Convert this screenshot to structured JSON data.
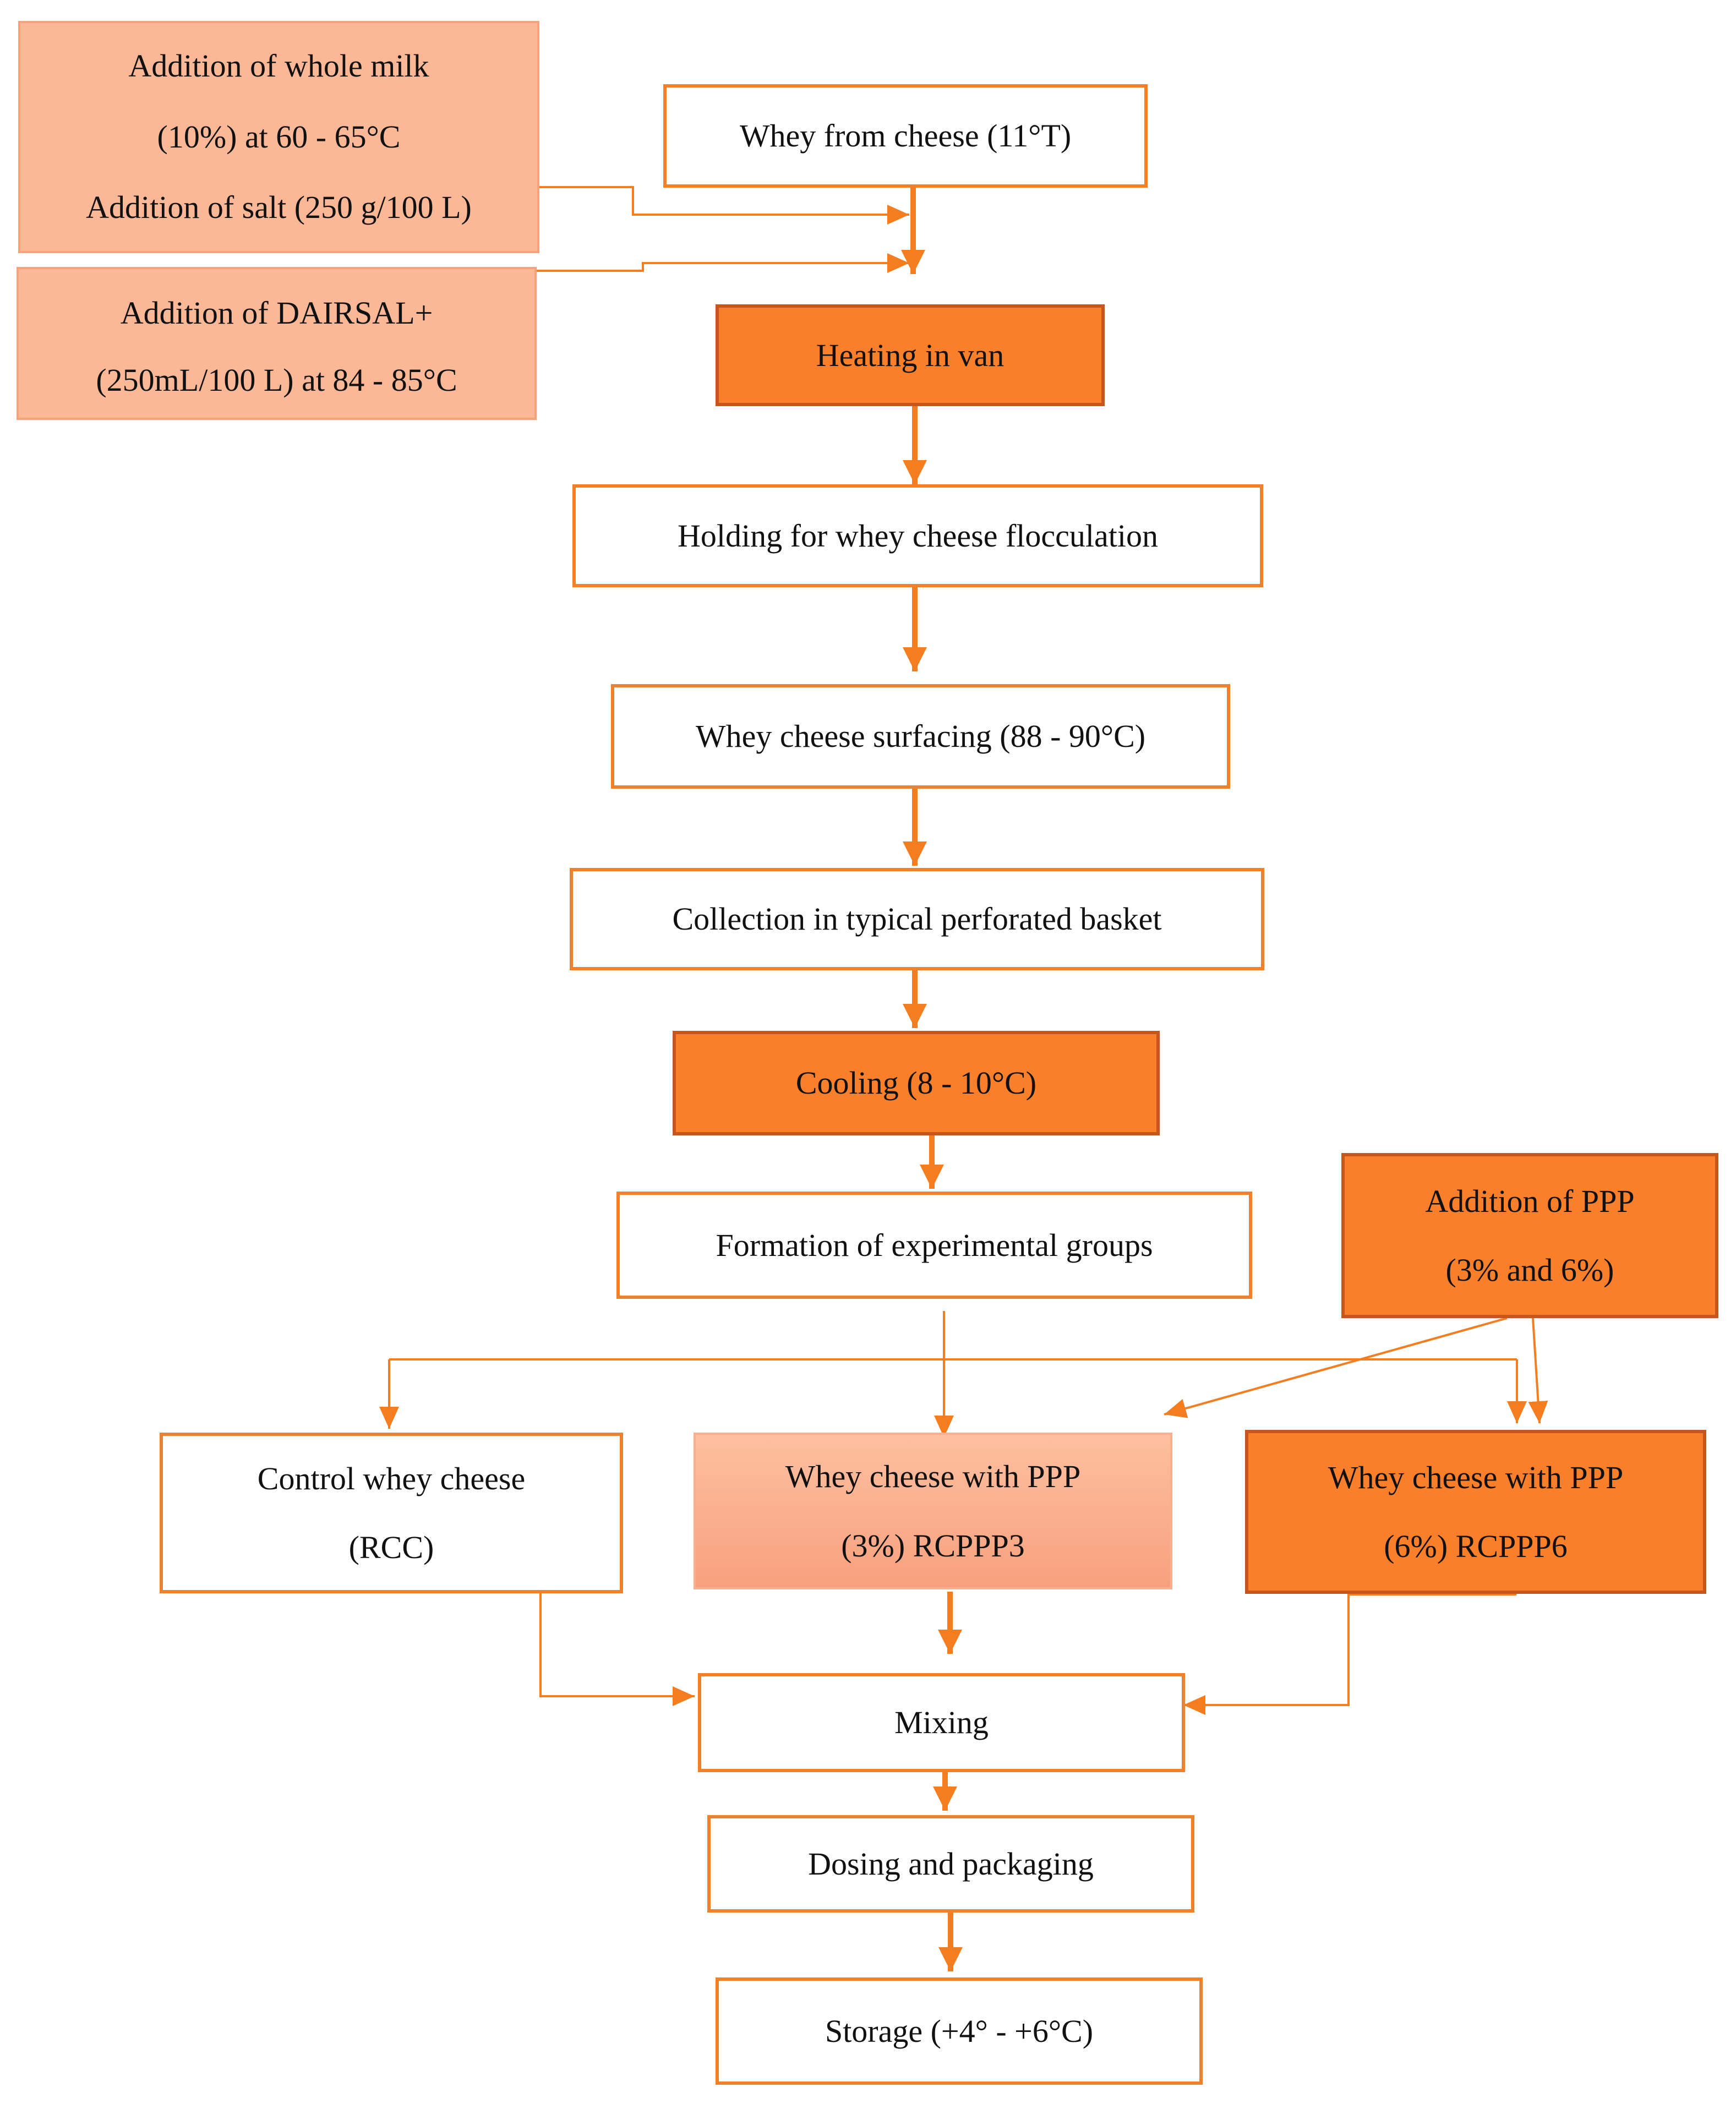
{
  "figure": {
    "colors": {
      "accent": "#F47D20",
      "box_border": "#F0812A",
      "box_orange_fill": "#FA7F2A",
      "box_orange_border": "#C6561B",
      "box_peach_fill": "#FBB897",
      "box_gradient_top": "#FDC0A0",
      "box_gradient_bottom": "#F8A07E",
      "text": "#111111"
    },
    "nodes": {
      "whey": {
        "lines": [
          "Whey from cheese (11°T)"
        ]
      },
      "milk": {
        "lines": [
          "Addition of whole milk",
          "(10%) at 60 - 65°C",
          "Addition of salt (250 g/100 L)"
        ]
      },
      "dairsal": {
        "lines": [
          "Addition of DAIRSAL+",
          "(250mL/100 L) at 84 - 85°C"
        ]
      },
      "heating": {
        "lines": [
          "Heating in van"
        ]
      },
      "holding": {
        "lines": [
          "Holding for whey cheese flocculation"
        ]
      },
      "surfacing": {
        "lines": [
          "Whey cheese surfacing (88 - 90°C)"
        ]
      },
      "collection": {
        "lines": [
          "Collection in typical perforated basket"
        ]
      },
      "cooling": {
        "lines": [
          "Cooling (8 - 10°C)"
        ]
      },
      "formation": {
        "lines": [
          "Formation of experimental groups"
        ]
      },
      "ppp_add": {
        "lines": [
          "Addition of PPP",
          "(3% and 6%)"
        ]
      },
      "control": {
        "lines": [
          "Control whey cheese",
          "(RCC)"
        ]
      },
      "ppp3": {
        "lines": [
          "Whey cheese with PPP",
          "(3%) RCPPP3"
        ]
      },
      "ppp6": {
        "lines": [
          "Whey cheese with PPP",
          "(6%) RCPPP6"
        ]
      },
      "mixing": {
        "lines": [
          "Mixing"
        ]
      },
      "dosing": {
        "lines": [
          "Dosing and packaging"
        ]
      },
      "storage": {
        "lines": [
          "Storage (+4° - +6°C)"
        ]
      }
    }
  }
}
